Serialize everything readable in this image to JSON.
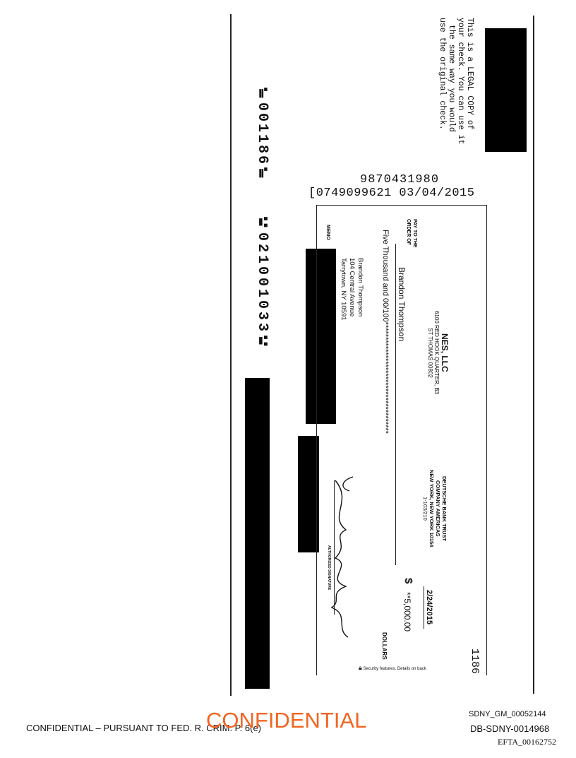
{
  "legal_notice": [
    "This is a LEGAL COPY of",
    "your check. You can use it",
    "the same way you would",
    "use the original check."
  ],
  "capture": {
    "item_number": "9870431980",
    "routing_date": "[0749099621 03/04/2015"
  },
  "micr": {
    "check_number": "⑈001186⑈",
    "routing": "⑆021001033⑆"
  },
  "check": {
    "payer_name": "NES, LLC",
    "payer_address_1": "6100 RED HOOK QUARTER, B3",
    "payer_address_2": "ST THOMAS 00802",
    "bank_name_1": "DEUTSCHE BANK TRUST",
    "bank_name_2": "COMPANY AMERICAS",
    "bank_city": "NEW YORK, NEW YORK 10154",
    "bank_fraction": "1-103/210",
    "check_number": "1186",
    "date": "2/24/2015",
    "pay_to_label_1": "PAY TO THE",
    "pay_to_label_2": "ORDER OF",
    "payee": "Brandon Thompson",
    "dollar_sign": "$",
    "amount": "**5,000.00",
    "amount_words": "Five Thousand and 00/100*************************************",
    "dollars_label": "DOLLARS",
    "address_name": "Brandon Thompson",
    "address_street": "104 Central Avenue",
    "address_city": "Tarrytown, NY 10591",
    "memo_label": "MEMO",
    "signature_label": "AUTHORIZED SIGNATURE",
    "security_note": "Security features. Details on back"
  },
  "footer": {
    "confidential_left": "CONFIDENTIAL – PURSUANT TO FED. R. CRIM. P. 6(e)",
    "confidential_stamp": "CONFIDENTIAL",
    "bates_1": "SDNY_GM_00052144",
    "bates_2": "DB-SDNY-0014968",
    "bates_3": "EFTA_00162752"
  },
  "colors": {
    "stamp": "#f26522"
  }
}
